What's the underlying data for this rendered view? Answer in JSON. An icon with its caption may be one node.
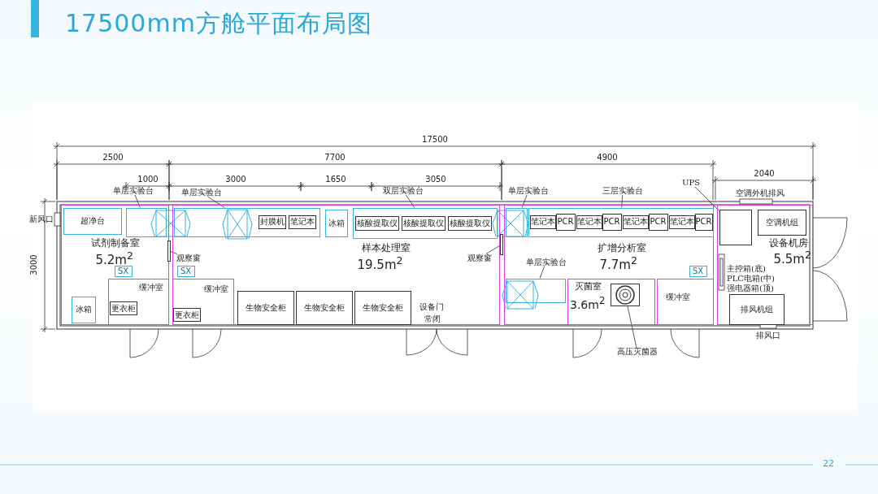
{
  "diagram": {
    "title": "17500mm方舱平面布局图",
    "nodes": [
      {
        "text": [
          "试剂制备室",
          "5.2m$^{2}$"
        ]
      },
      {
        "text": [
          "样本处理室",
          "19.5m$^{2}$"
        ]
      },
      {
        "text": [
          "扩增分析室",
          "7.7m$^{2}$"
        ]
      },
      {
        "text": [
          "设备机房",
          "5.5m$^{2}$"
        ]
      },
      {
        "text": [
          "超净台"
        ],
        "in": 0
      },
      {
        "text": [],
        "shape": "box",
        "in": 0
      },
      {
        "text": [
          "冰箱"
        ],
        "in": 0
      },
      {
        "text": [
          "缓冲室"
        ],
        "in": 0
      },
      {
        "text": [
          "更衣柜"
        ],
        "in": 7
      },
      {
        "text": [
          "SX"
        ],
        "in": 0
      },
      {
        "text": [],
        "shape": "box",
        "in": 1
      },
      {
        "text": [
          "封膜机"
        ],
        "in": 10
      },
      {
        "text": [
          "笔记本"
        ],
        "in": 10
      },
      {
        "text": [
          "冰箱"
        ],
        "in": 1
      },
      {
        "text": [],
        "shape": "box",
        "in": 1
      },
      {
        "text": [
          "核酸提取仪"
        ],
        "in": 14
      },
      {
        "text": [
          "核酸提取仪"
        ],
        "in": 14
      },
      {
        "text": [
          "核酸提取仪"
        ],
        "in": 14
      },
      {
        "text": [
          "缓冲室"
        ],
        "in": 1
      },
      {
        "text": [
          "更衣柜"
        ],
        "in": 18
      },
      {
        "text": [
          "SX"
        ],
        "in": 1
      },
      {
        "text": [
          "生物安全柜"
        ],
        "in": 1
      },
      {
        "text": [
          "生物安全柜"
        ],
        "in": 1
      },
      {
        "text": [
          "生物安全柜"
        ],
        "in": 1
      },
      {
        "text": [],
        "shape": "box",
        "in": 2
      },
      {
        "text": [],
        "shape": "box",
        "in": 2
      },
      {
        "text": [
          "笔记本"
        ],
        "in": 25
      },
      {
        "text": [
          "PCR"
        ],
        "in": 25
      },
      {
        "text": [
          "笔记本"
        ],
        "in": 25
      },
      {
        "text": [
          "PCR"
        ],
        "in": 25
      },
      {
        "text": [
          "笔记本"
        ],
        "in": 25
      },
      {
        "text": [
          "PCR"
        ],
        "in": 25
      },
      {
        "text": [
          "笔记本"
        ],
        "in": 25
      },
      {
        "text": [
          "PCR"
        ],
        "in": 25
      },
      {
        "text": [],
        "shape": "box",
        "in": 2
      },
      {
        "text": [
          "灭菌室",
          "3.6m$^{2}$"
        ],
        "in": 2
      },
      {
        "text": [],
        "shape": "picture",
        "in": 35
      },
      {
        "text": [
          "缓冲室"
        ],
        "in": 2
      },
      {
        "text": [
          "SX"
        ],
        "in": 2
      },
      {
        "text": [],
        "shape": "box",
        "in": 3
      },
      {
        "text": [
          "空调机组"
        ],
        "in": 3
      },
      {
        "text": [
          "排风机组"
        ],
        "in": 3
      },
      {
        "text": [],
        "shape": "bar"
      },
      {
        "text": [],
        "shape": "bar"
      },
      {
        "text": [
          "单层实验台"
        ]
      },
      {
        "text": [
          "单层实验台"
        ]
      },
      {
        "text": [
          "双层实验台"
        ]
      },
      {
        "text": [
          "单层实验台"
        ]
      },
      {
        "text": [
          "三层实验台"
        ]
      },
      {
        "text": [
          "单层实验台"
        ],
        "in": 2
      },
      {
        "text": [
          "观察窗"
        ],
        "in": 1
      },
      {
        "text": [
          "观察窗"
        ],
        "in": 1
      },
      {
        "text": [
          "高压灭菌器"
        ]
      },
      {
        "text": [
          "UPS"
        ]
      }
    ],
    "edges": [
      {
        "from": 44,
        "to": 5,
        "arrow": "none"
      },
      {
        "from": 45,
        "to": 10,
        "arrow": "none"
      },
      {
        "from": 46,
        "to": 14,
        "arrow": "none"
      },
      {
        "from": 47,
        "to": 24,
        "arrow": "none"
      },
      {
        "from": 48,
        "to": 25,
        "arrow": "none"
      },
      {
        "from": 49,
        "to": 34,
        "arrow": "none"
      },
      {
        "from": 50,
        "to": 42,
        "arrow": "none"
      },
      {
        "from": 51,
        "to": 43,
        "arrow": "none"
      },
      {
        "from": 52,
        "to": 36,
        "arrow": "none"
      },
      {
        "from": 53,
        "to": 39,
        "arrow": "none"
      }
    ],
    "labels": [
      "17500",
      "2500",
      "7700",
      "4900",
      "1000",
      "3000",
      "1650",
      "3050",
      "2040",
      "新风口",
      "3000",
      "空调外机排风",
      "主控箱(底)",
      "PLC电箱(中)",
      "强电器箱(顶)",
      "设备门",
      "常闭",
      "排风口",
      "22"
    ]
  }
}
